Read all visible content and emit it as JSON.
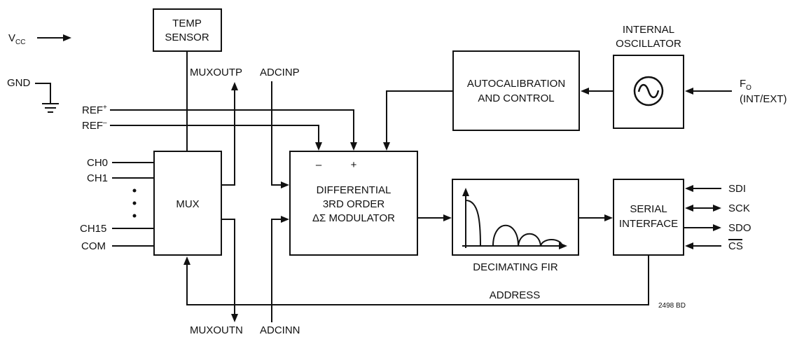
{
  "power": {
    "vcc_main": "V",
    "vcc_sub": "CC",
    "gnd": "GND"
  },
  "inputs": {
    "ref_plus": "REF",
    "ref_plus_sup": "+",
    "ref_minus": "REF",
    "ref_minus_sup": "–",
    "ch0": "CH0",
    "ch1": "CH1",
    "dots": "•",
    "ch15": "CH15",
    "com": "COM"
  },
  "blocks": {
    "temp_sensor": [
      "TEMP",
      "SENSOR"
    ],
    "mux": "MUX",
    "modulator": [
      "DIFFERENTIAL",
      "3RD ORDER",
      "ΔΣ MODULATOR"
    ],
    "modulator_minus": "–",
    "modulator_plus": "+",
    "autocal": [
      "AUTOCALIBRATION",
      "AND CONTROL"
    ],
    "oscillator_label": [
      "INTERNAL",
      "OSCILLATOR"
    ],
    "oscillator_symbol": "sine-wave-icon",
    "fir_label": "DECIMATING FIR",
    "serial": [
      "SERIAL",
      "INTERFACE"
    ]
  },
  "signals": {
    "muxoutp": "MUXOUTP",
    "adcinp": "ADCINP",
    "muxoutn": "MUXOUTN",
    "adcinn": "ADCINN",
    "fo_main": "F",
    "fo_sub": "O",
    "fo_note": "(INT/EXT)",
    "sdi": "SDI",
    "sck": "SCK",
    "sdo": "SDO",
    "cs": "CS",
    "address": "ADDRESS"
  },
  "footnote": "2498 BD"
}
